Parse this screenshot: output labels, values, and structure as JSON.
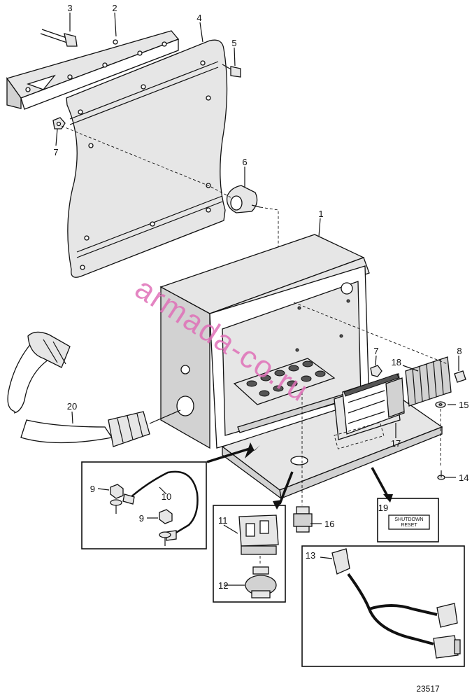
{
  "watermark": "armada-co.ru",
  "figure_ref": "23517",
  "callouts": {
    "c1": "1",
    "c2": "2",
    "c3": "3",
    "c4": "4",
    "c5": "5",
    "c6": "6",
    "c7a": "7",
    "c7b": "7",
    "c8": "8",
    "c9a": "9",
    "c9b": "9",
    "c10": "10",
    "c11": "11",
    "c12": "12",
    "c13": "13",
    "c14": "14",
    "c15": "15",
    "c16": "16",
    "c17": "17",
    "c18": "18",
    "c19": "19",
    "c20": "20"
  },
  "decal": {
    "line1": "SHUTDOWN",
    "line2": "RESET"
  },
  "colors": {
    "line": "#111111",
    "part_fill": "#e6e6e6",
    "watermark": "#e070b8"
  }
}
